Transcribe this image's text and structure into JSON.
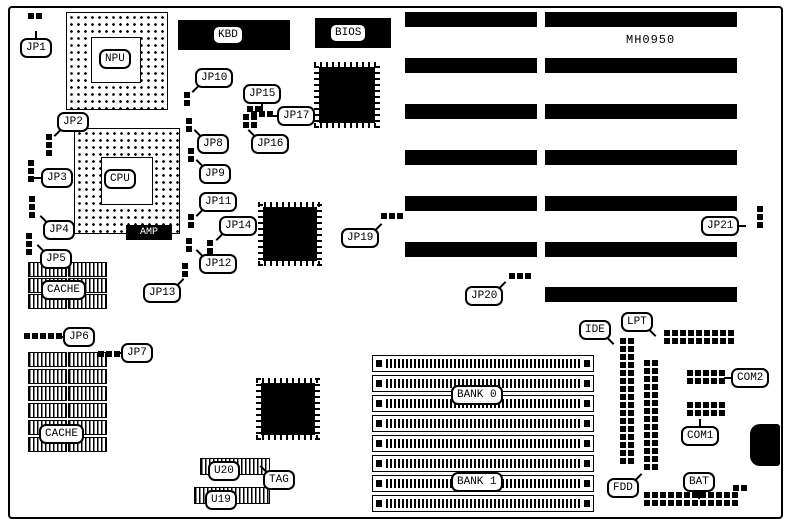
{
  "board": {
    "model": "MH0950"
  },
  "labels": {
    "model": "MH0950",
    "npu": "NPU",
    "cpu": "CPU",
    "amp": "AMP",
    "kbd": "KBD",
    "bios": "BIOS",
    "cache_top": "CACHE",
    "cache_bottom": "CACHE",
    "tag": "TAG",
    "u19": "U19",
    "u20": "U20",
    "bank0": "BANK 0",
    "bank1": "BANK 1",
    "ide": "IDE",
    "fdd": "FDD",
    "lpt": "LPT",
    "com1": "COM1",
    "com2": "COM2",
    "bat": "BAT",
    "jp1": "JP1",
    "jp2": "JP2",
    "jp3": "JP3",
    "jp4": "JP4",
    "jp5": "JP5",
    "jp6": "JP6",
    "jp7": "JP7",
    "jp8": "JP8",
    "jp9": "JP9",
    "jp10": "JP10",
    "jp11": "JP11",
    "jp12": "JP12",
    "jp13": "JP13",
    "jp14": "JP14",
    "jp15": "JP15",
    "jp16": "JP16",
    "jp17": "JP17",
    "jp19": "JP19",
    "jp20": "JP20",
    "jp21": "JP21"
  },
  "colors": {
    "ink": "#000000",
    "background": "#ffffff"
  }
}
